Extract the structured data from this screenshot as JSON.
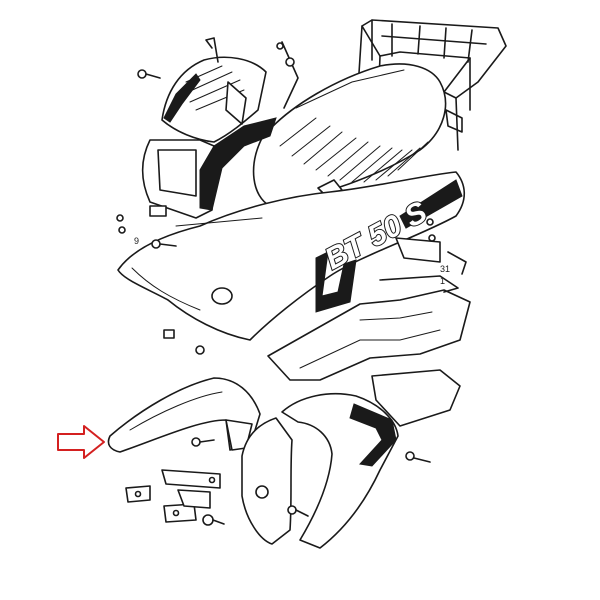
{
  "diagram": {
    "decal_text": "BT 50 S",
    "callout_numbers": [
      "9",
      "31",
      "1"
    ],
    "arrow_color": "#d42020",
    "line_color": "#1a1a1a"
  },
  "parts": [
    {
      "name": "windscreen"
    },
    {
      "name": "headlight-fairing"
    },
    {
      "name": "seat"
    },
    {
      "name": "luggage-rack"
    },
    {
      "name": "side-panel"
    },
    {
      "name": "undertray"
    },
    {
      "name": "front-mudguard"
    },
    {
      "name": "rear-inner-mudguard"
    },
    {
      "name": "mounting-brackets"
    },
    {
      "name": "screws"
    }
  ],
  "indicator": {
    "icon": "arrow-right-icon",
    "points_to": "front-mudguard"
  }
}
